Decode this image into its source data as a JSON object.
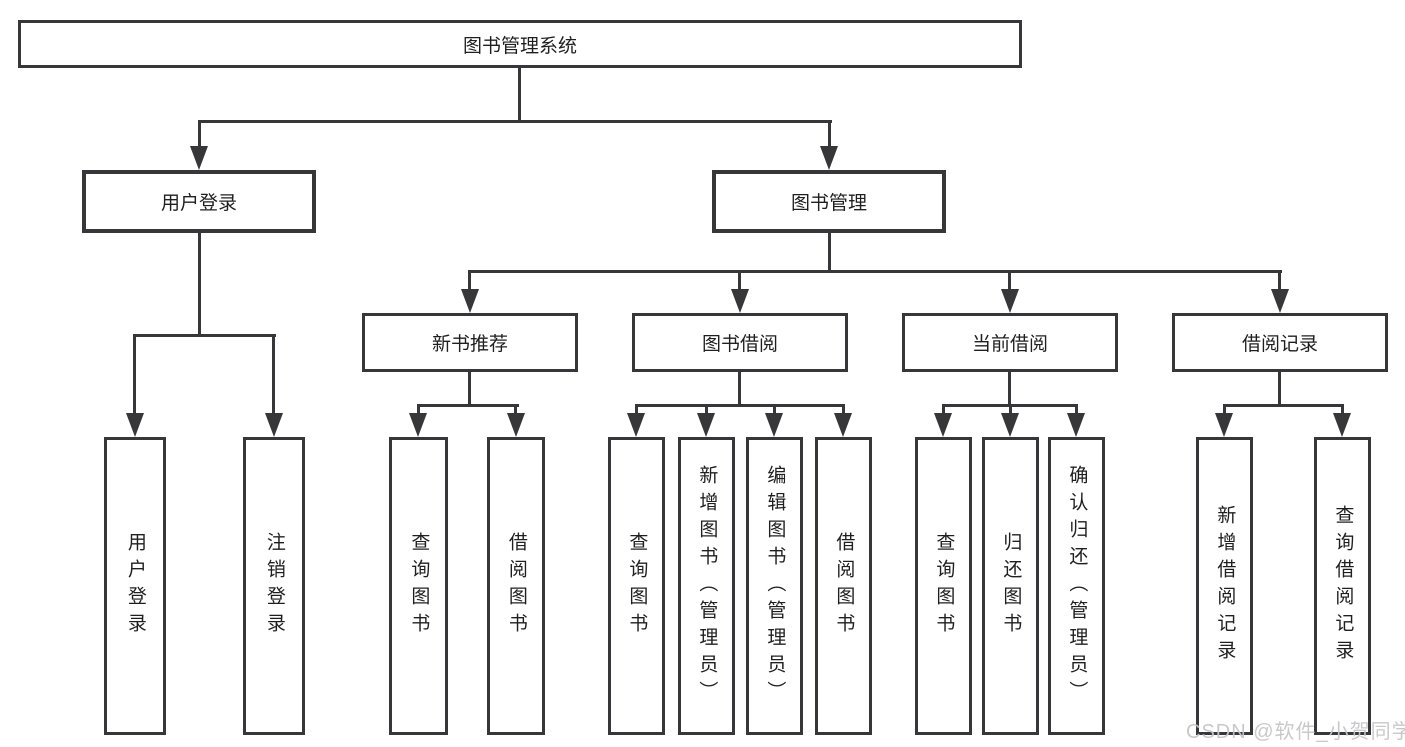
{
  "nodes": {
    "root": "图书管理系统",
    "user_login": "用户登录",
    "book_mgmt": "图书管理",
    "new_book_rec": "新书推荐",
    "book_borrow": "图书借阅",
    "current_borrow": "当前借阅",
    "borrow_records": "借阅记录"
  },
  "leaves": {
    "user_login": [
      "用户登录",
      "注销登录"
    ],
    "new_book_rec": [
      "查询图书",
      "借阅图书"
    ],
    "book_borrow": [
      "查询图书",
      "新增图书（管理员）",
      "编辑图书（管理员）",
      "借阅图书"
    ],
    "current_borrow": [
      "查询图书",
      "归还图书",
      "确认归还（管理员）"
    ],
    "borrow_records": [
      "新增借阅记录",
      "查询借阅记录"
    ]
  },
  "watermark": "CSDN @软件_小贺同学",
  "colors": {
    "line": "#37373a",
    "text": "#1f1f1f",
    "watermark": "#c6c6c8",
    "background": "#ffffff"
  }
}
